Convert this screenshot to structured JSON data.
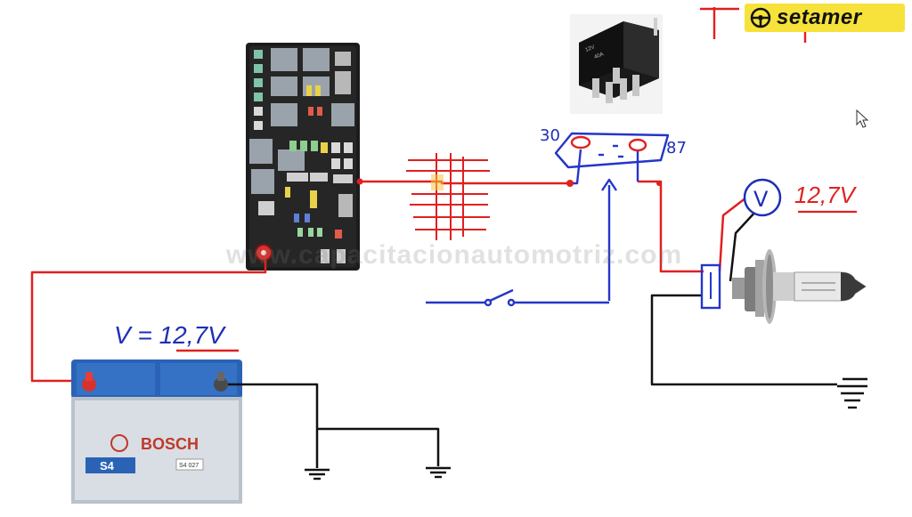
{
  "logo": {
    "text": "setamer",
    "icon": "steering-wheel-icon",
    "color": "#f6e23a"
  },
  "watermark": {
    "text": "www.capacitacionautomotriz.com"
  },
  "relay": {
    "pin_30": "30",
    "pin_87": "87",
    "photo_labels": [
      "12V",
      "40A"
    ]
  },
  "battery": {
    "brand": "BOSCH",
    "model": "S4",
    "code": "S4 027",
    "voltage_note": "V = 12,7V"
  },
  "voltmeter": {
    "symbol": "V",
    "reading": "12,7V"
  },
  "colors": {
    "positive_wire": "#e02020",
    "ground_wire": "#111111",
    "control_wire": "#2436c8",
    "annotation": "#1d2fb5"
  }
}
